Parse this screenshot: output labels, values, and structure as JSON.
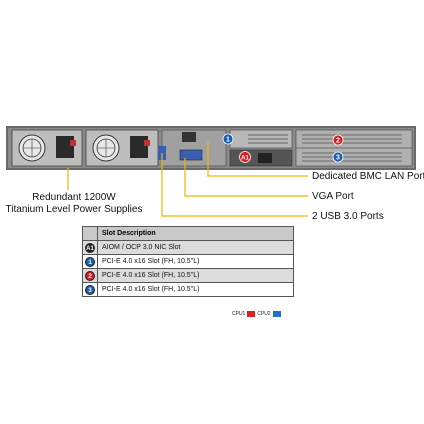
{
  "callouts": {
    "bmc": "Dedicated BMC LAN Port",
    "vga": "VGA Port",
    "usb": "2 USB 3.0 Ports",
    "psu_line1": "Redundant  1200W",
    "psu_line2": "Titanium Level Power Supplies"
  },
  "chassis_badges": {
    "slot1": "1",
    "slot2": "2",
    "slot3": "3",
    "aiom": "A1"
  },
  "table": {
    "header": "Slot Description",
    "rows": [
      {
        "badge": "A1",
        "text": "AIOM / OCP 3.0 NIC  Slot",
        "color": "#222222"
      },
      {
        "badge": "1",
        "text": "PCI-E 4.0 x16 Slot (FH, 10.5\"L)",
        "color": "#1d5fad"
      },
      {
        "badge": "2",
        "text": "PCI-E 4.0 x16 Slot (FH, 10.5\"L)",
        "color": "#d42025"
      },
      {
        "badge": "3",
        "text": "PCI-E 4.0 x16 Slot (FH, 10.5\"L)",
        "color": "#1d5fad"
      }
    ]
  },
  "legend": {
    "cpu1": "CPU1",
    "cpu2": "CPU2",
    "cpu1_color": "#e02020",
    "cpu2_color": "#1d6fd0"
  },
  "colors": {
    "callout_line": "#f2b400"
  }
}
